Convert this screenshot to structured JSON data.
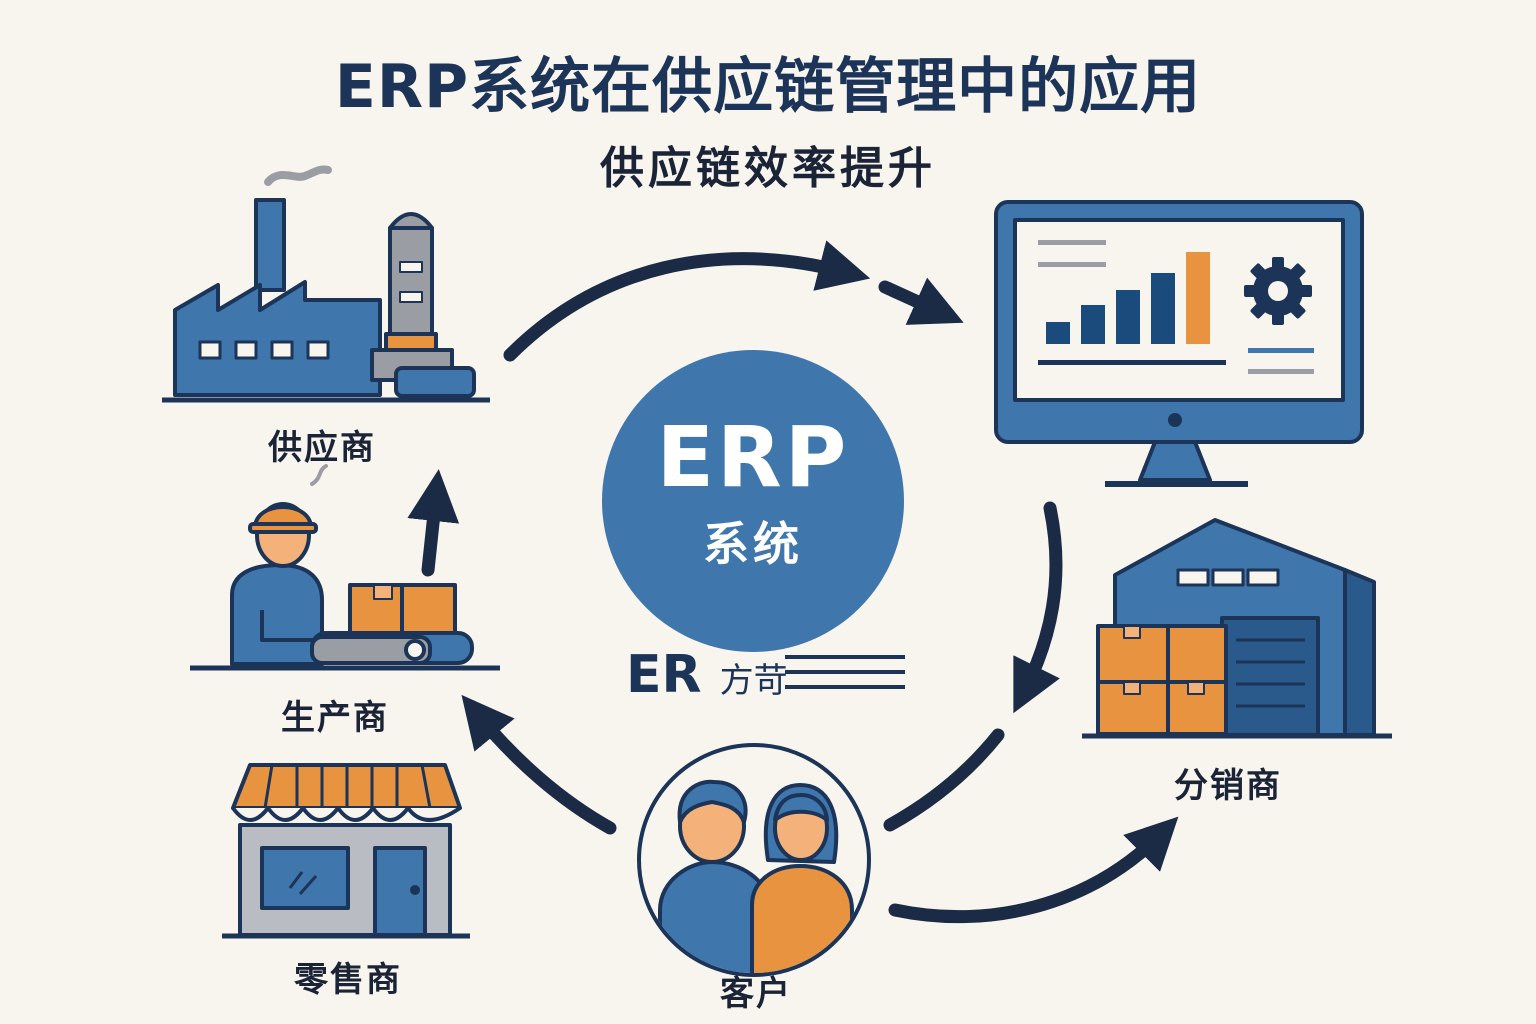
{
  "title": "ERP系统在供应链管理中的应用",
  "subtitle": "供应链效率提升",
  "center": {
    "line1": "ERP",
    "line2": "系统",
    "glitch_main": "ER",
    "glitch_small": "方苛"
  },
  "nodes": {
    "supplier": "供应商",
    "manufacturer": "生产商",
    "retailer": "零售商",
    "customer": "客户",
    "distributor": "分销商"
  },
  "colors": {
    "navy": "#1b3457",
    "blue": "#3f76ab",
    "orange": "#e8933f",
    "gray": "#9a9da3",
    "background": "#f8f5ef"
  },
  "icons": [
    "factory-icon",
    "worker-icon",
    "store-icon",
    "customers-icon",
    "monitor-icon",
    "warehouse-icon"
  ]
}
